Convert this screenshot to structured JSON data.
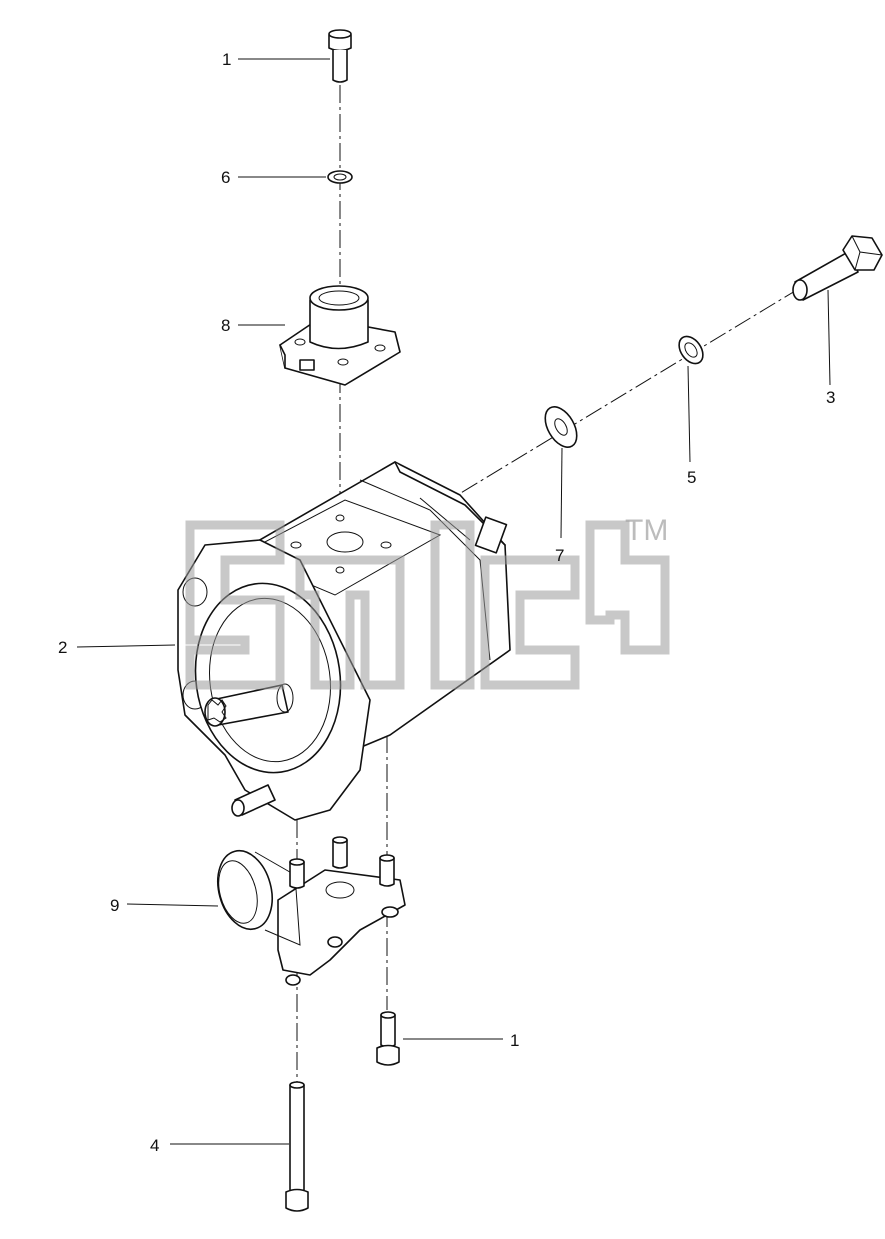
{
  "diagram": {
    "callouts": [
      {
        "id": "c1a",
        "label": "1"
      },
      {
        "id": "c6",
        "label": "6"
      },
      {
        "id": "c8",
        "label": "8"
      },
      {
        "id": "c3",
        "label": "3"
      },
      {
        "id": "c5",
        "label": "5"
      },
      {
        "id": "c7",
        "label": "7"
      },
      {
        "id": "c2",
        "label": "2"
      },
      {
        "id": "c9",
        "label": "9"
      },
      {
        "id": "c1b",
        "label": "1"
      },
      {
        "id": "c4",
        "label": "4"
      }
    ],
    "watermark": {
      "tm": "TM"
    }
  }
}
